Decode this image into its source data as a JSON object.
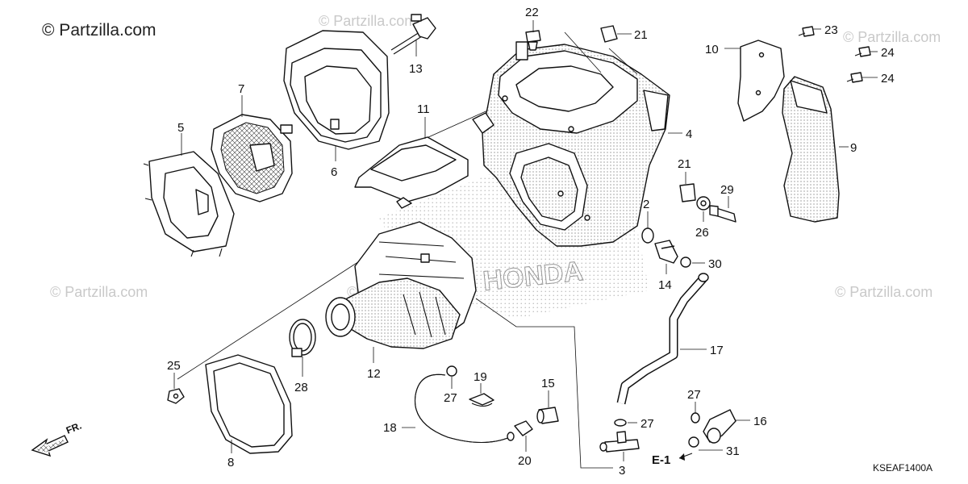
{
  "watermark": {
    "main": "© Partzilla.com",
    "faint": "© Partzilla.com"
  },
  "diagram_code": "KSEAF1400A",
  "reference": "E-1",
  "direction": "FR.",
  "colors": {
    "line": "#111111",
    "watermark": "#c9c9c9",
    "background": "#ffffff"
  },
  "callouts": {
    "c2": "2",
    "c3": "3",
    "c4": "4",
    "c5": "5",
    "c6": "6",
    "c7": "7",
    "c8": "8",
    "c9": "9",
    "c10": "10",
    "c11": "11",
    "c12": "12",
    "c13": "13",
    "c14": "14",
    "c15": "15",
    "c16": "16",
    "c17": "17",
    "c18": "18",
    "c19": "19",
    "c20": "20",
    "c21a": "21",
    "c21b": "21",
    "c22": "22",
    "c23": "23",
    "c24a": "24",
    "c24b": "24",
    "c25": "25",
    "c26": "26",
    "c27a": "27",
    "c27b": "27",
    "c27c": "27",
    "c28": "28",
    "c29": "29",
    "c30": "30",
    "c31": "31"
  }
}
